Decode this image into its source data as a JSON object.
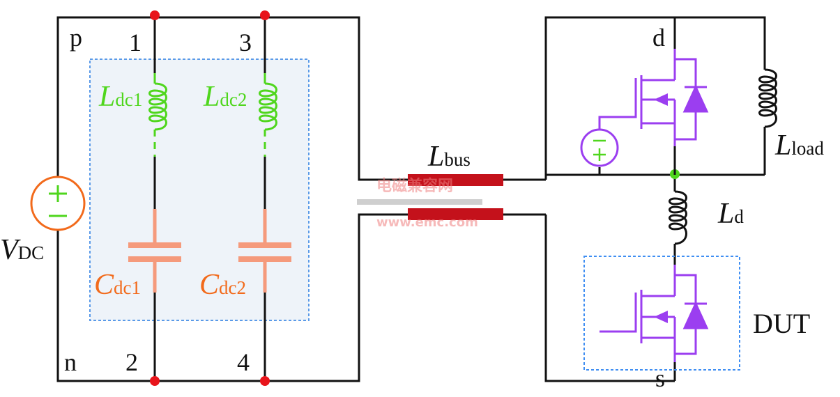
{
  "labels": {
    "p": "p",
    "n": "n",
    "node1": "1",
    "node2": "2",
    "node3": "3",
    "node4": "4",
    "vdc_main": "V",
    "vdc_sub": "DC",
    "ldc1_main": "L",
    "ldc1_sub": "dc1",
    "ldc2_main": "L",
    "ldc2_sub": "dc2",
    "cdc1_main": "C",
    "cdc1_sub": "dc1",
    "cdc2_main": "C",
    "cdc2_sub": "dc2",
    "lbus_main": "L",
    "lbus_sub": "bus",
    "lload_main": "L",
    "lload_sub": "load",
    "ld_main": "L",
    "ld_sub": "d",
    "d": "d",
    "s": "s",
    "dut": "DUT"
  },
  "watermark": {
    "line1": "电磁兼容网",
    "line2": "www.emc.com"
  },
  "colors": {
    "wire": "#111111",
    "node": "#e8141b",
    "inductor_dc": "#4fd61d",
    "capacitor": "#f59a7c",
    "source": "#f26a1b",
    "busbar": "#c4111b",
    "mosfet": "#9b3ef0",
    "dut_box": "#3f8ef2",
    "dc_box_fill": "#eef3f9",
    "dc_box_border": "#5a9ae8"
  }
}
